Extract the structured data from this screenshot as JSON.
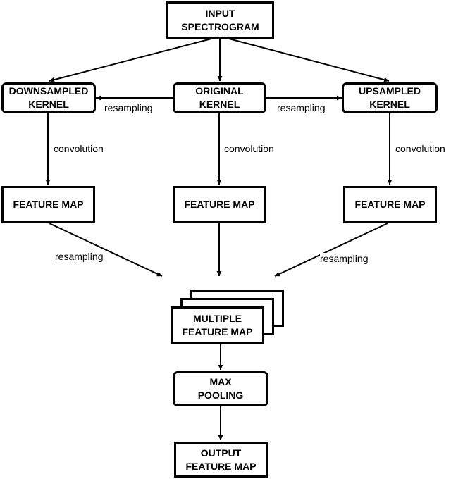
{
  "nodes": {
    "input": "INPUT\nSPECTROGRAM",
    "downsampled_kernel": "DOWNSAMPLED\nKERNEL",
    "original_kernel": "ORIGINAL\nKERNEL",
    "upsampled_kernel": "UPSAMPLED\nKERNEL",
    "feature_map_left": "FEATURE MAP",
    "feature_map_center": "FEATURE MAP",
    "feature_map_right": "FEATURE MAP",
    "multiple_feature_map": "MULTIPLE\nFEATURE MAP",
    "max_pooling": "MAX\nPOOLING",
    "output": "OUTPUT\nFEATURE MAP"
  },
  "edge_labels": {
    "resampling_left_kernel": "resampling",
    "resampling_right_kernel": "resampling",
    "convolution_left": "convolution",
    "convolution_center": "convolution",
    "convolution_right": "convolution",
    "resampling_left_map": "resampling",
    "resampling_right_map": "resampling"
  }
}
